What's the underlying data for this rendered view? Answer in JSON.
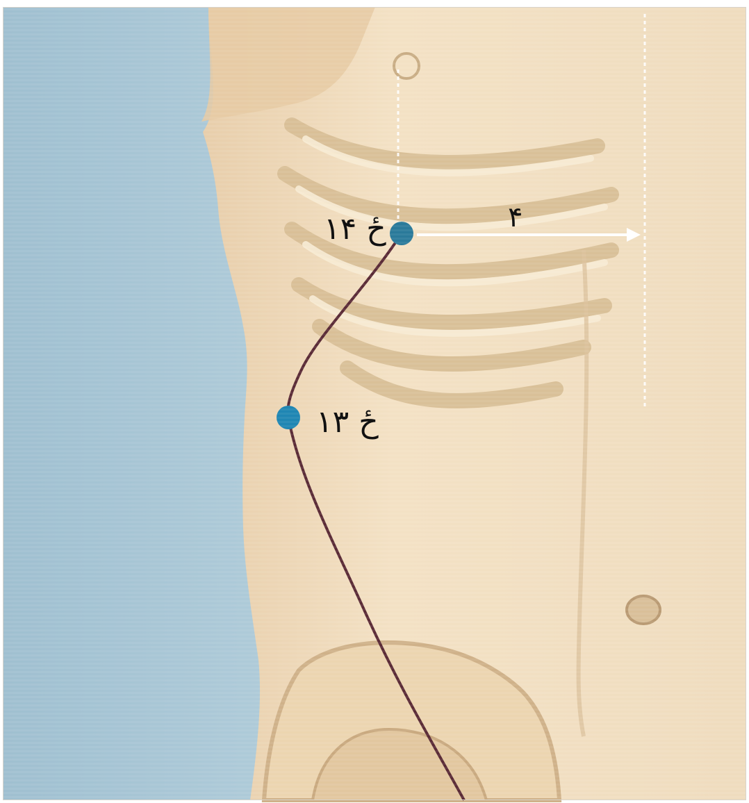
{
  "colors": {
    "background_blue": "#a9c7d6",
    "skin": "#efdcbf",
    "bone": "#f6ead0",
    "meridian_line": "#5a2b36",
    "point_fill": "#1f86b3",
    "measure_line": "#ffffff"
  },
  "points": [
    {
      "id": "upper",
      "label": "ځ ۱۴"
    },
    {
      "id": "lower",
      "label": "ځ ۱۳"
    }
  ],
  "measurement": {
    "label": "۴"
  }
}
